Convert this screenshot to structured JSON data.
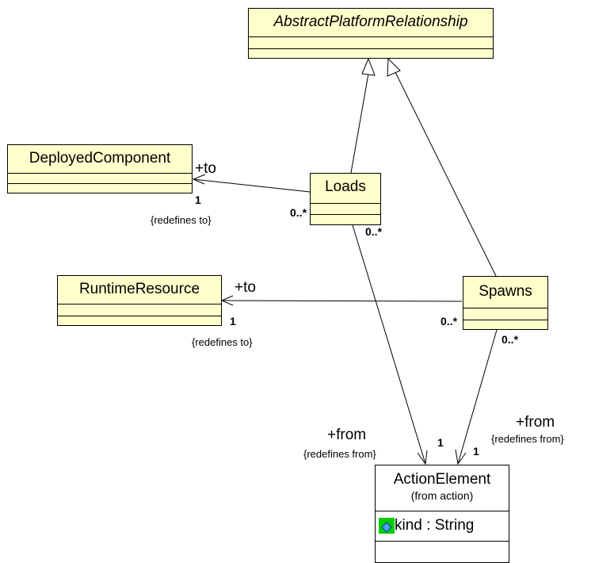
{
  "colors": {
    "class_fill": "#ffffcc",
    "element_fill": "#ffffff",
    "attr_icon": "#00cc00",
    "line": "#000000"
  },
  "classes": {
    "abstract": {
      "name": "AbstractPlatformRelationship"
    },
    "deployed": {
      "name": "DeployedComponent"
    },
    "loads": {
      "name": "Loads"
    },
    "runtime": {
      "name": "RuntimeResource"
    },
    "spawns": {
      "name": "Spawns"
    },
    "action": {
      "name": "ActionElement",
      "stereo": "(from action)",
      "attr": "kind : String",
      "attr_icon": "attribute-icon"
    }
  },
  "labels": {
    "deployed_role": "+to",
    "deployed_mult": "1",
    "deployed_note": "{redefines to}",
    "loads_mult_left": "0..*",
    "loads_mult_bottom": "0..*",
    "runtime_role": "+to",
    "runtime_mult": "1",
    "runtime_note": "{redefines to}",
    "spawns_mult_left": "0..*",
    "spawns_mult_bottom": "0..*",
    "from_left_role": "+from",
    "from_left_note": "{redefines from}",
    "from_left_mult": "1",
    "from_right_role": "+from",
    "from_right_note": "{redefines from}",
    "from_right_mult": "1"
  }
}
